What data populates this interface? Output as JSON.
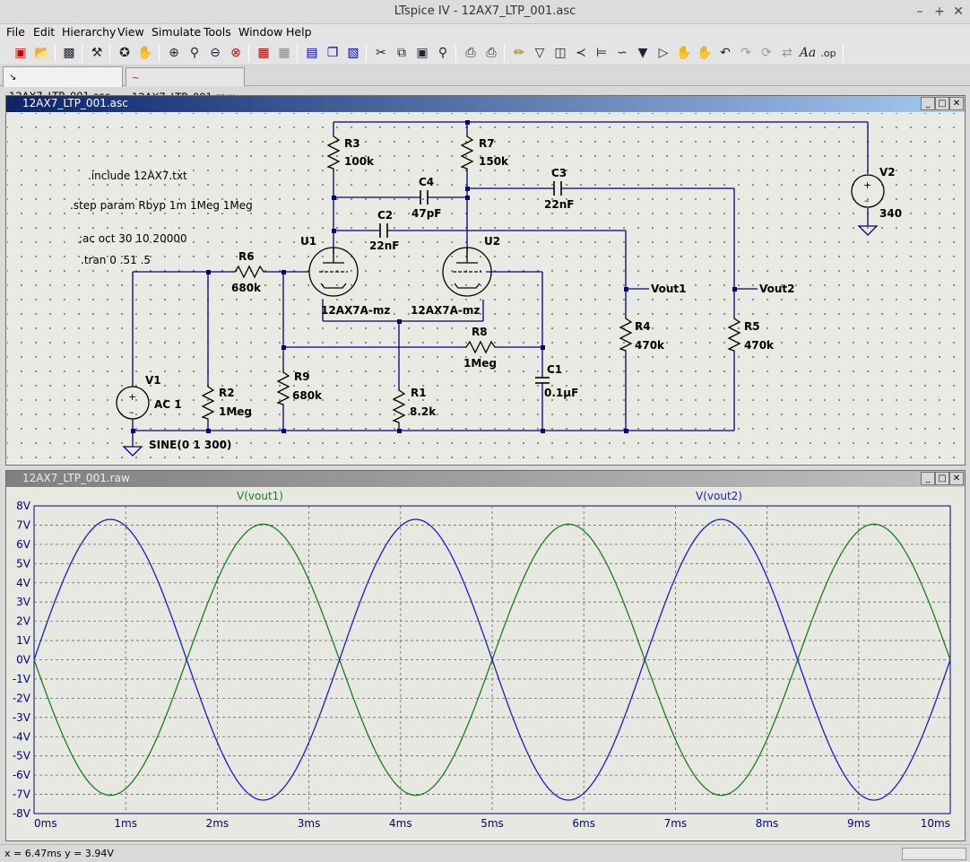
{
  "app": {
    "title": "LTspice IV - 12AX7_LTP_001.asc",
    "window_buttons": [
      "–",
      "+",
      "✕"
    ]
  },
  "menu": [
    "File",
    "Edit",
    "Hierarchy",
    "View",
    "Simulate",
    "Tools",
    "Window",
    "Help"
  ],
  "toolbar_icons": [
    "new-schematic-icon",
    "open-icon",
    "save-icon",
    "control-panel-icon",
    "run-icon",
    "halt-icon",
    "zoom-in-icon",
    "zoom-pan-icon",
    "zoom-out-icon",
    "zoom-fit-icon",
    "autorange-icon",
    "delete-traces-icon",
    "tile-horizontal-icon",
    "cascade-icon",
    "tile-vertical-icon",
    "cut-icon",
    "copy-icon",
    "paste-icon",
    "find-icon",
    "print-preview-icon",
    "print-icon",
    "draw-wire-icon",
    "ground-icon",
    "label-net-icon",
    "resistor-icon",
    "capacitor-icon",
    "inductor-icon",
    "diode-icon",
    "component-icon",
    "move-icon",
    "drag-icon",
    "undo-icon",
    "redo-icon",
    "rotate-icon",
    "mirror-icon",
    "text-icon",
    "spice-directive-icon"
  ],
  "tabs": [
    {
      "label": "12AX7_LTP_001.asc",
      "icon": "schematic-icon",
      "active": true
    },
    {
      "label": "12AX7_LTP_001.raw",
      "icon": "waveform-icon",
      "active": false
    }
  ],
  "schematic": {
    "title": "12AX7_LTP_001.asc",
    "directives": [
      ".include 12AX7.txt",
      ".step param Rbyp 1m 1Meg 1Meg",
      ";ac oct 30 10 20000",
      ".tran 0 .51 .5"
    ],
    "components": [
      {
        "ref": "R3",
        "value": "100k"
      },
      {
        "ref": "R7",
        "value": "150k"
      },
      {
        "ref": "C4",
        "value": "47pF"
      },
      {
        "ref": "C3",
        "value": "22nF"
      },
      {
        "ref": "V2",
        "value": "340"
      },
      {
        "ref": "C2",
        "value": "22nF"
      },
      {
        "ref": "U1",
        "value": "12AX7A-mz"
      },
      {
        "ref": "U2",
        "value": "12AX7A-mz"
      },
      {
        "ref": "R6",
        "value": "680k"
      },
      {
        "ref": "R8",
        "value": "1Meg"
      },
      {
        "ref": "C1",
        "value": "0.1µF"
      },
      {
        "ref": "R4",
        "value": "470k"
      },
      {
        "ref": "R5",
        "value": "470k"
      },
      {
        "ref": "V1",
        "value": "AC 1"
      },
      {
        "ref": "R2",
        "value": "1Meg"
      },
      {
        "ref": "R9",
        "value": "680k"
      },
      {
        "ref": "R1",
        "value": "8.2k"
      }
    ],
    "net_labels": [
      "Vout1",
      "Vout2"
    ],
    "source_spec": "SINE(0 1 300)"
  },
  "plot": {
    "title": "12AX7_LTP_001.raw"
  },
  "chart_data": {
    "type": "line",
    "xlabel": "",
    "ylabel": "",
    "xlim": [
      0,
      10
    ],
    "ylim": [
      -8,
      8
    ],
    "x_ticks": [
      "0ms",
      "1ms",
      "2ms",
      "3ms",
      "4ms",
      "5ms",
      "6ms",
      "7ms",
      "8ms",
      "9ms",
      "10ms"
    ],
    "y_ticks": [
      "8V",
      "7V",
      "6V",
      "5V",
      "4V",
      "3V",
      "2V",
      "1V",
      "0V",
      "-1V",
      "-2V",
      "-3V",
      "-4V",
      "-5V",
      "-6V",
      "-7V",
      "-8V"
    ],
    "grid": true,
    "series": [
      {
        "name": "V(vout1)",
        "color": "#1f7a1f",
        "amplitude": 7.05,
        "frequency_hz": 300,
        "phase": "inverted-sine"
      },
      {
        "name": "V(vout2)",
        "color": "#1c1cc8",
        "amplitude": 7.3,
        "frequency_hz": 300,
        "phase": "sine"
      }
    ]
  },
  "status": {
    "cursor": "x = 6.47ms   y = 3.94V"
  }
}
